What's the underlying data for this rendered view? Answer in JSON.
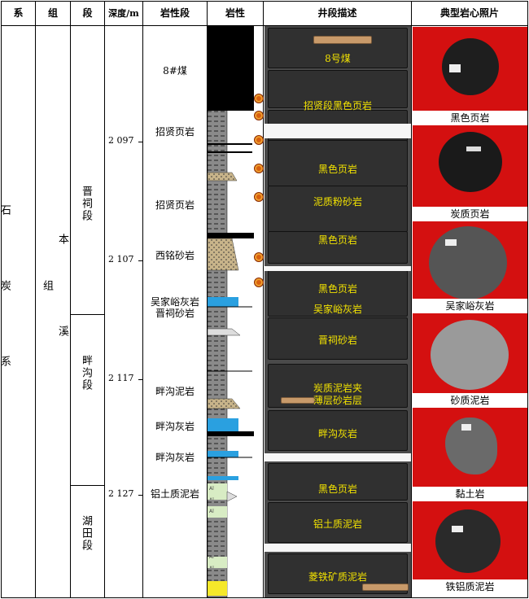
{
  "headers": {
    "system": "系",
    "formation": "组",
    "member": "段",
    "depth": "深度/m",
    "lithostratigraphy": "岩性段",
    "lithology": "岩性",
    "description": "井段描述",
    "photos": "典型岩心照片"
  },
  "system_name": "石炭系",
  "formation_name": "本溪组",
  "members": [
    "晋祠段",
    "畔沟段",
    "湖田段"
  ],
  "depths": [
    "2 097",
    "2 107",
    "2 117",
    "2 127"
  ],
  "litho_units": [
    "8#煤",
    "招贤页岩",
    "招贤页岩",
    "西铭砂岩",
    "吴家峪灰岩",
    "晋祠砂岩",
    "畔沟泥岩",
    "畔沟灰岩",
    "畔沟灰岩",
    "铝土质泥岩"
  ],
  "well_labels": [
    "8号煤",
    "招贤段黑色页岩",
    "黑色页岩",
    "泥质粉砂岩",
    "黑色页岩",
    "黑色页岩",
    "吴家峪灰岩",
    "晋祠砂岩",
    "炭质泥岩夹",
    "薄层砂岩层",
    "畔沟灰岩",
    "黑色页岩",
    "铝土质泥岩",
    "菱铁矿质泥岩"
  ],
  "core_captions": [
    "黑色页岩",
    "炭质页岩",
    "吴家峪灰岩",
    "砂质泥岩",
    "黏土岩",
    "铁铝质泥岩"
  ],
  "colors": {
    "core_background": "#d41010",
    "label_yellow": "#f2e200",
    "marker_orange": "#d86010"
  }
}
